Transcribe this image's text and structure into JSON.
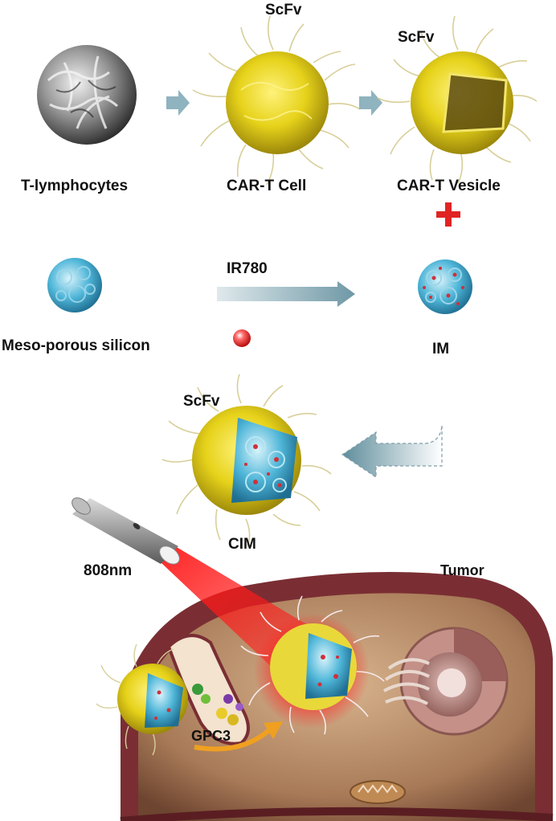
{
  "labels": {
    "scfv_1": "ScFv",
    "scfv_2": "ScFv",
    "scfv_3": "ScFv",
    "t_lymphocytes": "T-lymphocytes",
    "car_t_cell": "CAR-T Cell",
    "car_t_vesicle": "CAR-T Vesicle",
    "ir780": "IR780",
    "meso_porous_silicon": "Meso-porous silicon",
    "im": "IM",
    "cim": "CIM",
    "laser_808": "808nm",
    "tumor": "Tumor",
    "gpc3": "GPC3"
  },
  "colors": {
    "cell_yellow": "#e6d21a",
    "cell_yellow_dark": "#b8a10d",
    "process_arrow": "#8fb3bf",
    "plus_red": "#e02424",
    "laser_red": "#ff1a1a",
    "particle_blue": "#4fb6d8",
    "tumor_membrane": "#8c3a3e",
    "tumor_cytoplasm": "#b98c6a",
    "gpc3_arrow": "#f0a020"
  }
}
